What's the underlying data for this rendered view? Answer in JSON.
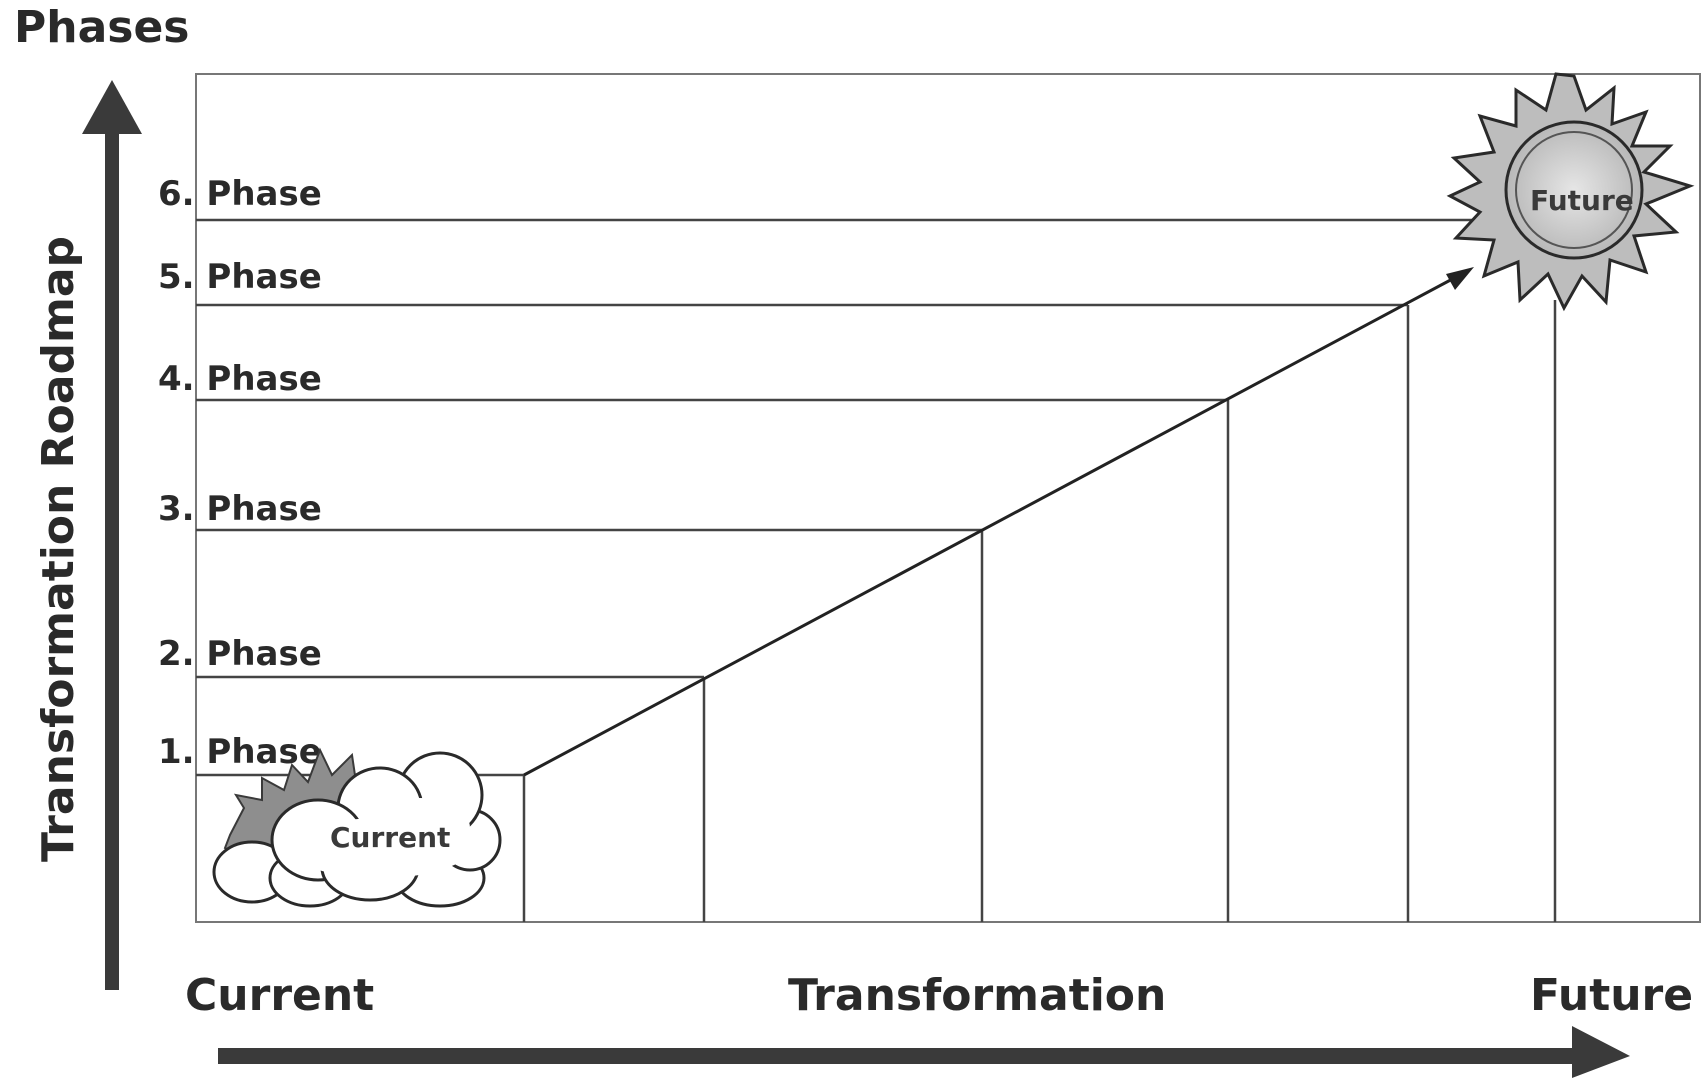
{
  "diagram": {
    "top_label": "Phases",
    "vertical_axis_label": "Transformation Roadmap",
    "horizontal_axis_labels": {
      "start": "Current",
      "middle": "Transformation",
      "end": "Future"
    },
    "phases": [
      "1. Phase",
      "2. Phase",
      "3. Phase",
      "4. Phase",
      "5. Phase",
      "6. Phase"
    ],
    "current_state_label": "Current",
    "future_state_label": "Future",
    "colors": {
      "ink": "#2a2a2a",
      "arrow": "#3a3a3a",
      "lines": "#444444",
      "sun_fill": "#c8c8c8",
      "cloud_fill": "#ffffff"
    }
  }
}
